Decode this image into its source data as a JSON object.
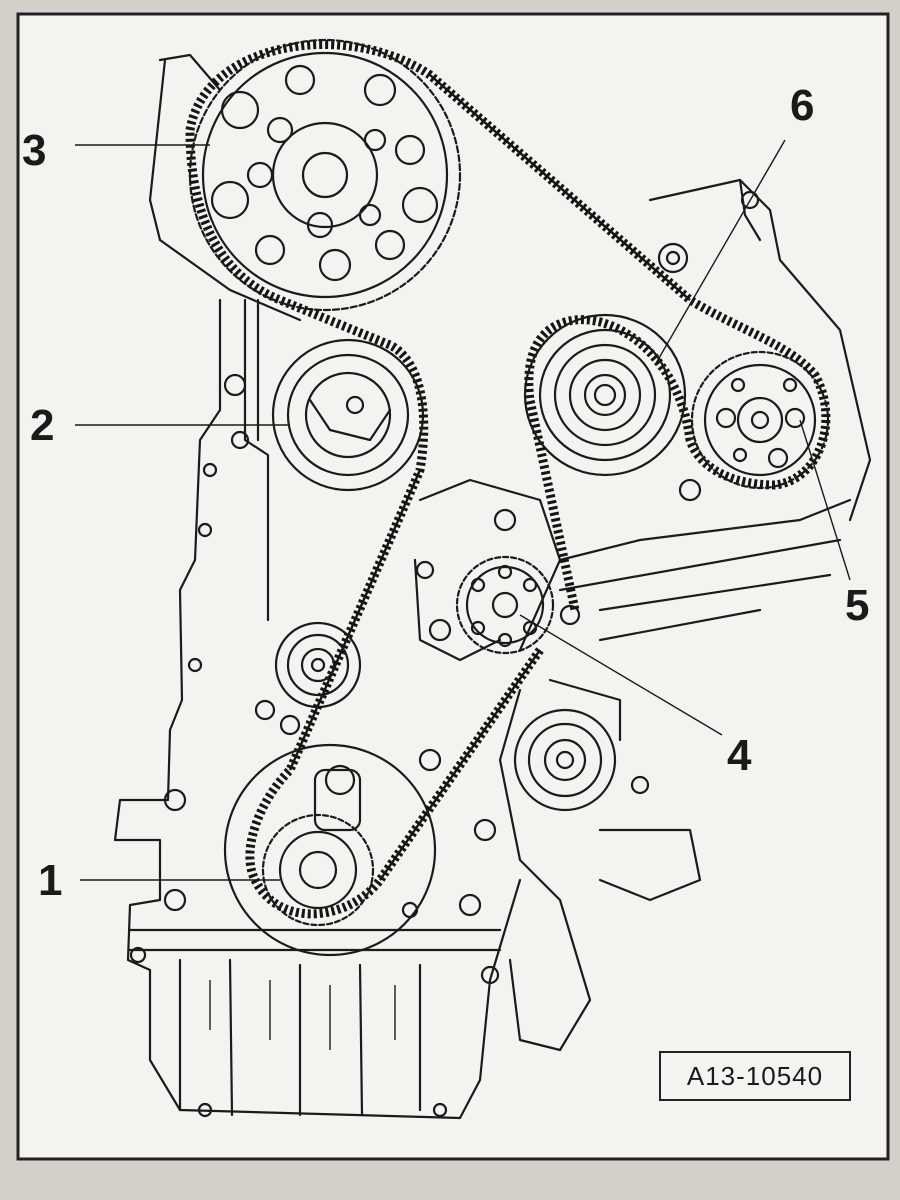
{
  "diagram": {
    "background_color": "#d9d6cf",
    "paper_color": "#f4f3ef",
    "line_color": "#1b1b1b",
    "callouts": [
      {
        "id": "callout-1",
        "text": "1",
        "points_to": "crankshaft-sprocket"
      },
      {
        "id": "callout-2",
        "text": "2",
        "points_to": "idler-pulley-upper"
      },
      {
        "id": "callout-3",
        "text": "3",
        "points_to": "camshaft-sprocket"
      },
      {
        "id": "callout-4",
        "text": "4",
        "points_to": "coolant-pump-sprocket"
      },
      {
        "id": "callout-5",
        "text": "5",
        "points_to": "injection-pump-sprocket"
      },
      {
        "id": "callout-6",
        "text": "6",
        "points_to": "tensioner-pulley"
      }
    ],
    "reference_code": "A13-10540"
  }
}
